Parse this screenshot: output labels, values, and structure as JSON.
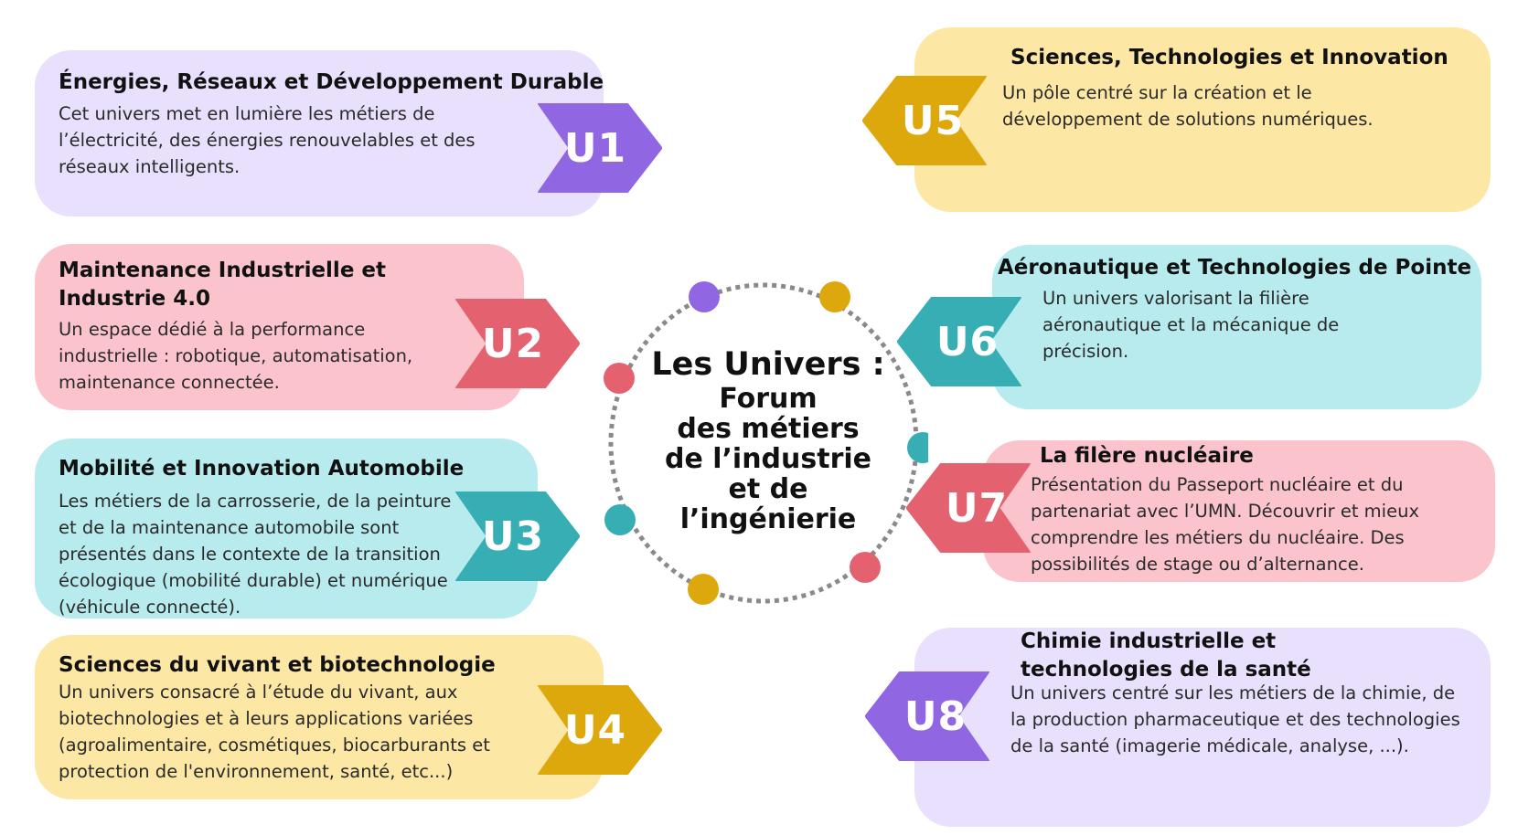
{
  "colors": {
    "purple_card": "#e8e0fc",
    "purple_badge": "#9166e3",
    "pink_card": "#fbc4cd",
    "pink_badge": "#e4626f",
    "teal_card": "#b8ebee",
    "teal_badge": "#36aeb4",
    "yellow_card": "#fde7a5",
    "yellow_badge": "#dca80c",
    "dots_ring": "#8a8a8a"
  },
  "hub": {
    "line1": "Les Univers :",
    "line2": "Forum",
    "line3": "des métiers",
    "line4": "de l’industrie",
    "line5": "et de",
    "line6": "l’ingénierie"
  },
  "universes": [
    {
      "code": "U1",
      "title": "Énergies, Réseaux et Développement Durable",
      "description": "Cet univers met en lumière les métiers de l’électricité, des énergies renouvelables et des réseaux intelligents."
    },
    {
      "code": "U2",
      "title": "Maintenance Industrielle et Industrie 4.0",
      "description": "Un espace dédié à la performance industrielle : robotique, automatisation, maintenance connectée."
    },
    {
      "code": "U3",
      "title": "Mobilité et Innovation Automobile",
      "description": "Les métiers de la carrosserie, de la peinture et de la maintenance automobile sont présentés dans le contexte de la transition écologique (mobilité durable) et numérique (véhicule connecté)."
    },
    {
      "code": "U4",
      "title": "Sciences du vivant et biotechnologie",
      "description": "Un univers consacré à l’étude du vivant, aux biotechnologies et à leurs applications variées (agroalimentaire, cosmétiques, biocarburants et protection de l'environnement, santé, etc...)"
    },
    {
      "code": "U5",
      "title": "Sciences, Technologies et Innovation",
      "description": "Un pôle centré sur la création et le développement de solutions numériques."
    },
    {
      "code": "U6",
      "title": "Aéronautique et Technologies de Pointe",
      "description": "Un univers valorisant la filière aéronautique et la mécanique de précision."
    },
    {
      "code": "U7",
      "title": "La filère nucléaire",
      "description": " Présentation du Passeport nucléaire et du partenariat avec l’UMN.  Découvrir et mieux comprendre les métiers du nucléaire. Des possibilités de stage ou d’alternance."
    },
    {
      "code": "U8",
      "title": "Chimie industrielle et technologies de la santé",
      "description": "Un univers centré sur les métiers de la chimie, de la production pharmaceutique et des technologies de la santé (imagerie médicale, analyse, ...)."
    }
  ]
}
